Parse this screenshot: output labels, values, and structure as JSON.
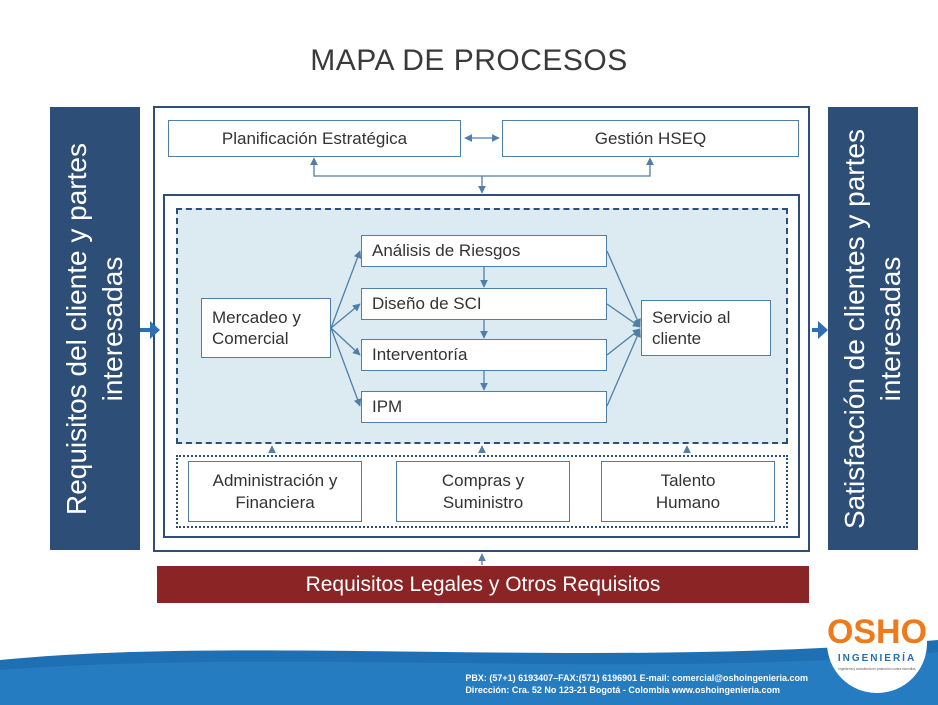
{
  "title": "MAPA DE PROCESOS",
  "left_panel": "Requisitos del cliente y partes interesadas",
  "right_panel": "Satisfacción de clientes y partes interesadas",
  "strategic": {
    "planning": "Planificación Estratégica",
    "hseq": "Gestión HSEQ"
  },
  "core": {
    "marketing": "Mercadeo y Comercial",
    "risk_analysis": "Análisis de Riesgos",
    "sci_design": "Diseño de SCI",
    "intervention": "Interventoría",
    "ipm": "IPM",
    "customer_service": "Servicio al cliente"
  },
  "support": {
    "admin": "Administración y Financiera",
    "purchasing": "Compras y Suministro",
    "talent": "Talento Humano"
  },
  "legal": "Requisitos Legales y Otros Requisitos",
  "footer": {
    "line1": "PBX: (57+1) 6193407–FAX:(571) 6196901 E-mail: comercial@oshoingenieria.com",
    "line2": "Dirección:  Cra. 52 No 123-21  Bogotá - Colombia    www.oshoingenieria.com"
  },
  "logo": {
    "brand": "OSHO",
    "subtitle": "INGENIERÍA",
    "tagline": "Ingeniería y consultoría en protección contra incendios"
  },
  "colors": {
    "navy": "#2d4e76",
    "light_blue": "#dcebf1",
    "legal_red": "#8b2525",
    "band_blue": "#1f6fb5",
    "logo_orange": "#f07a1a"
  }
}
